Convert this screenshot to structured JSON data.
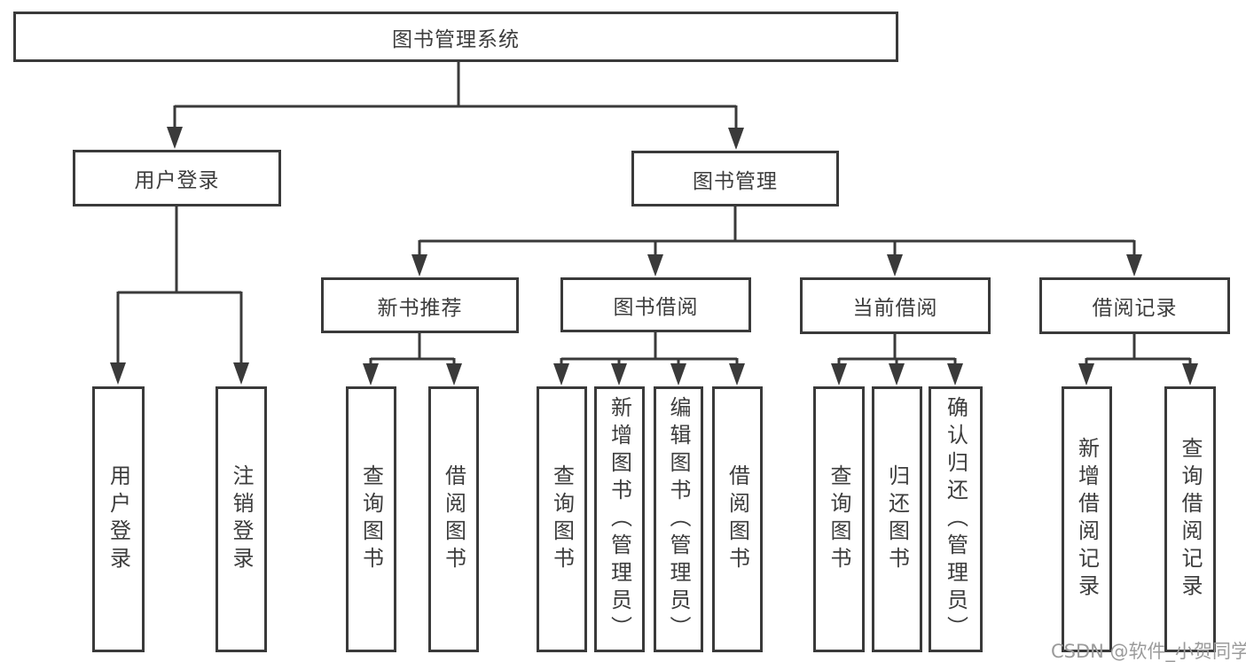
{
  "diagram": {
    "root": "图书管理系统",
    "level2": [
      {
        "label": "用户登录"
      },
      {
        "label": "图书管理"
      }
    ],
    "level3": [
      {
        "label": "新书推荐"
      },
      {
        "label": "图书借阅"
      },
      {
        "label": "当前借阅"
      },
      {
        "label": "借阅记录"
      }
    ],
    "leaves": [
      {
        "label": "用户登录"
      },
      {
        "label": "注销登录"
      },
      {
        "label": "查询图书"
      },
      {
        "label": "借阅图书"
      },
      {
        "label": "查询图书"
      },
      {
        "label": "新增图书（管理员）"
      },
      {
        "label": "编辑图书（管理员）"
      },
      {
        "label": "借阅图书"
      },
      {
        "label": "查询图书"
      },
      {
        "label": "归还图书"
      },
      {
        "label": "确认归还（管理员）"
      },
      {
        "label": "新增借阅记录"
      },
      {
        "label": "查询借阅记录"
      }
    ]
  },
  "watermark": "CSDN @软件_小贺同学",
  "colors": {
    "line": "#3a3a3a",
    "text": "#3d3d3d",
    "watermark": "#9b9b9b",
    "background": "#ffffff"
  }
}
